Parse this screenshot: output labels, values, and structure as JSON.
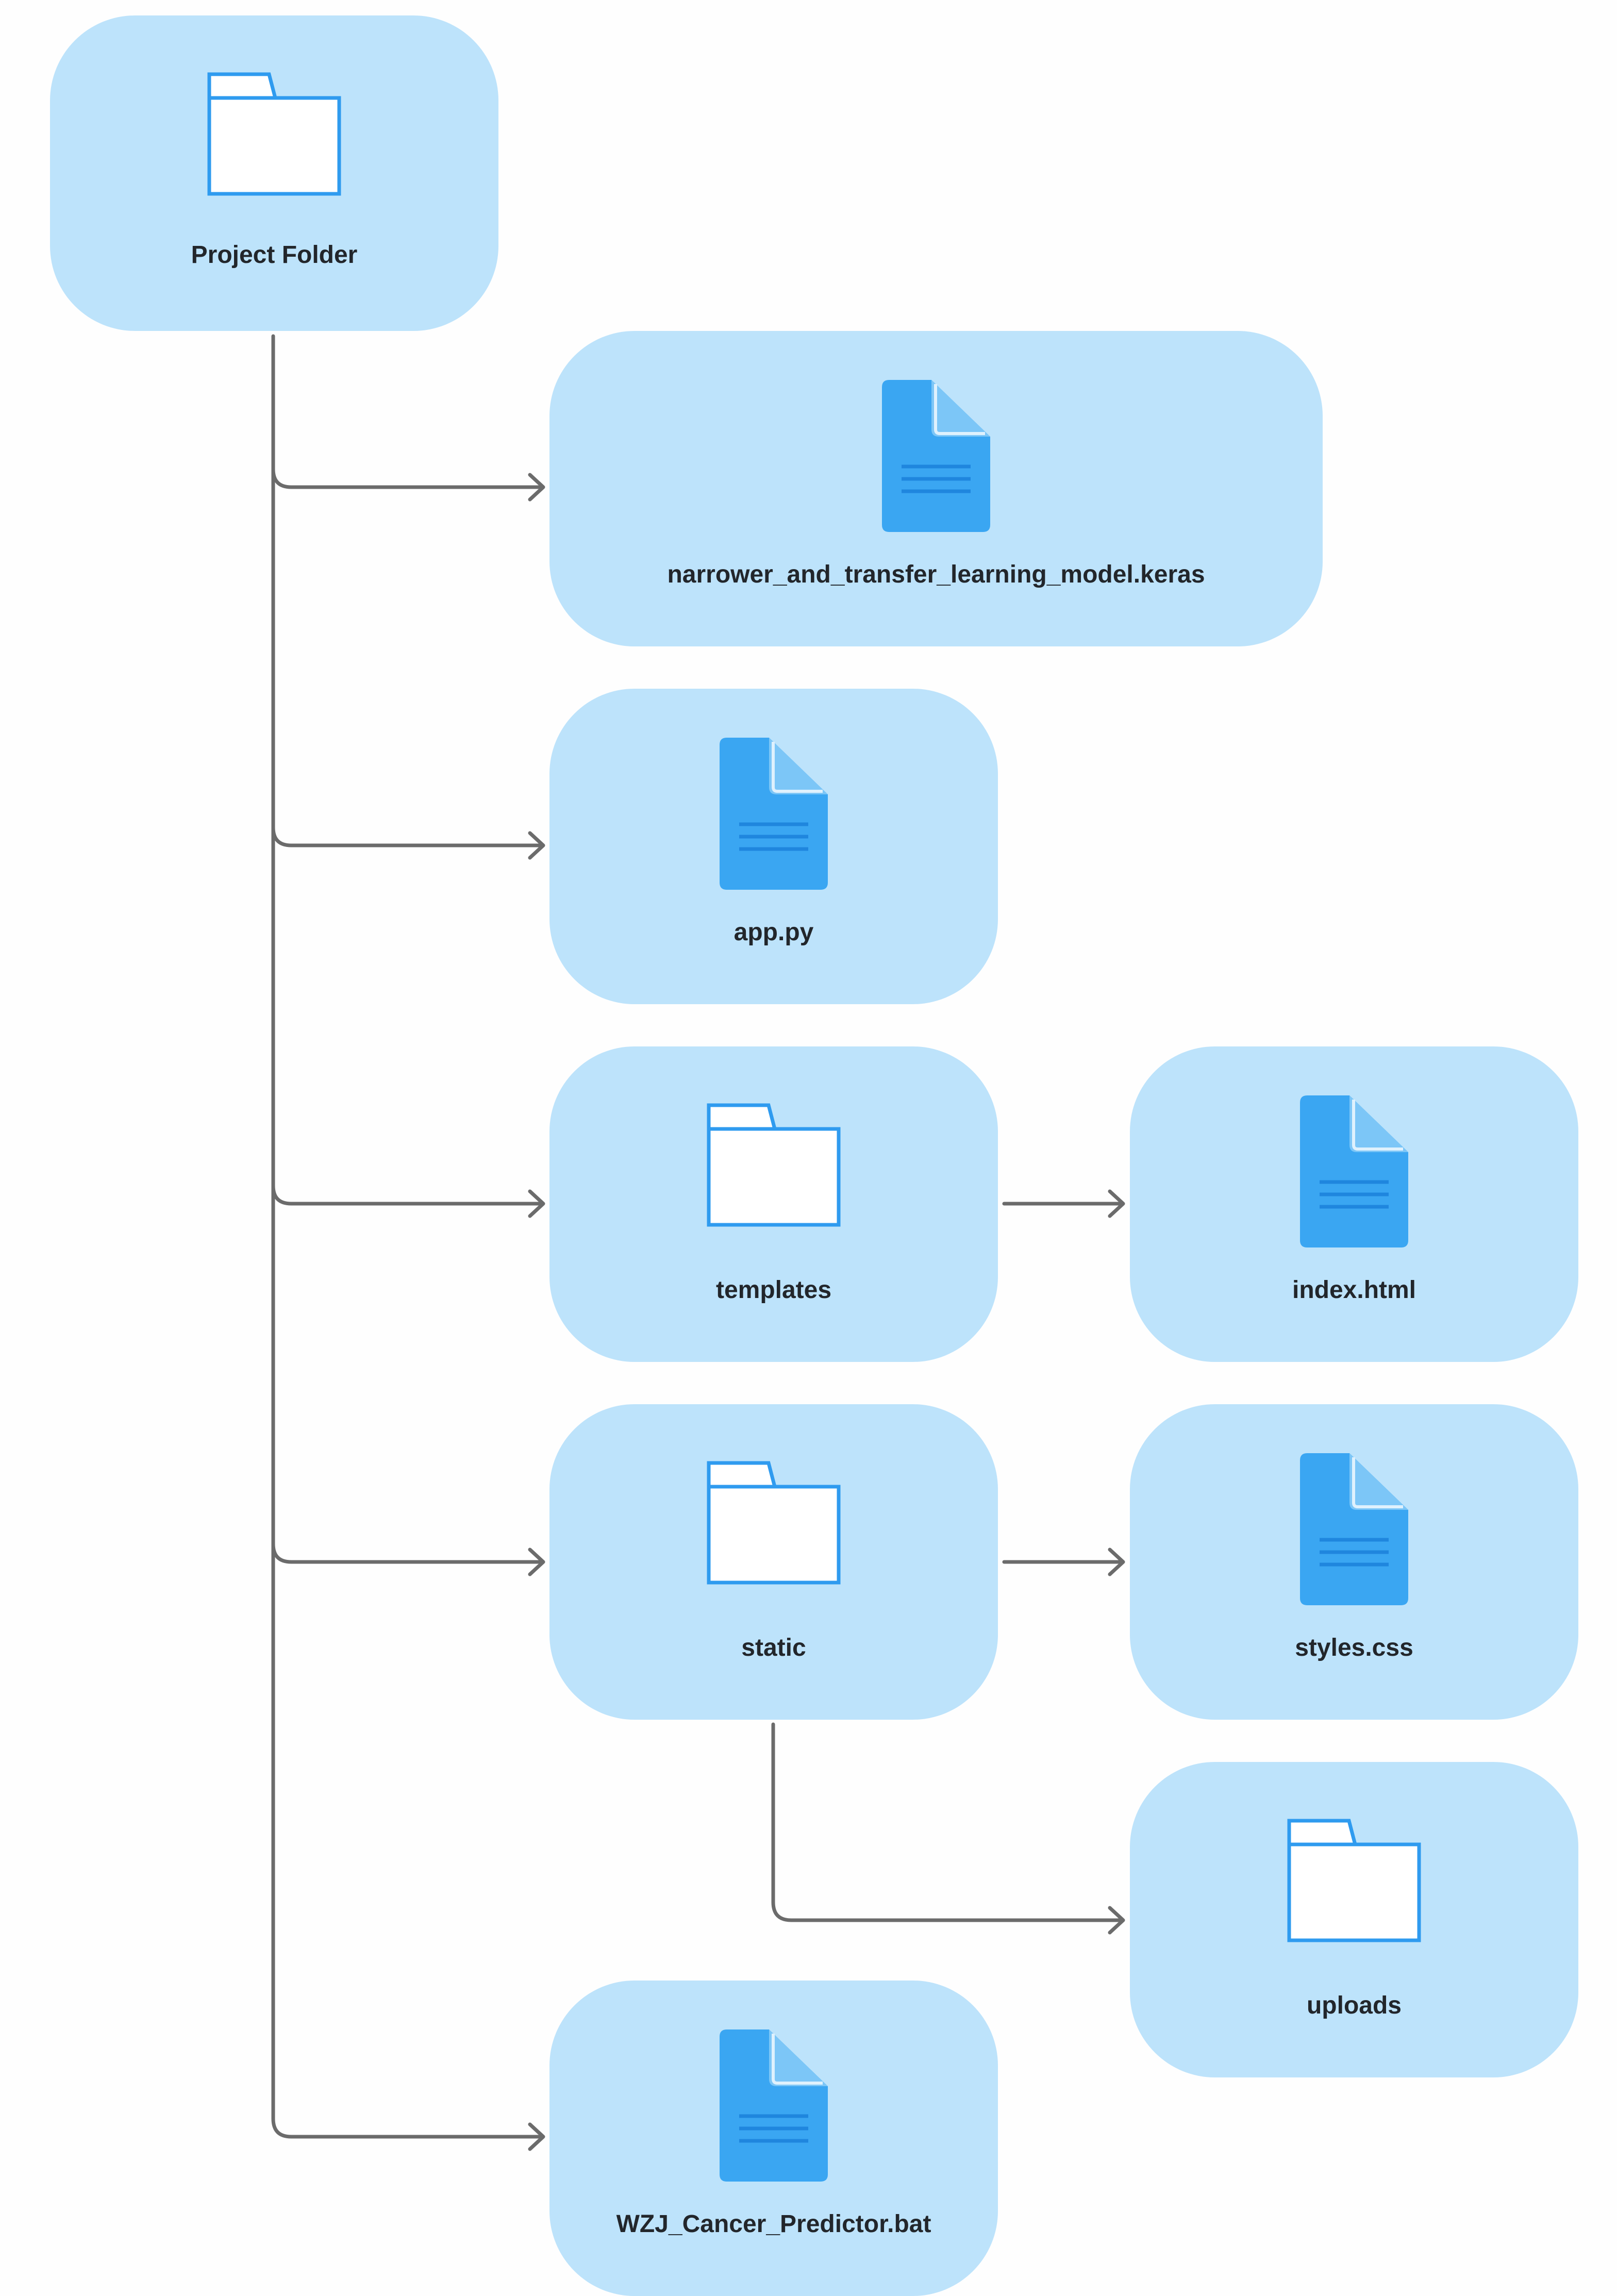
{
  "colors": {
    "node_fill": "#bde3fb",
    "icon_blue": "#3aa6f2",
    "icon_stroke": "#2f9bef",
    "connector": "#6b6b6b",
    "label_text": "#22262b"
  },
  "root": {
    "label": "Project Folder",
    "icon": "folder-icon"
  },
  "children": [
    {
      "label": "narrower_and_transfer_learning_model.keras",
      "icon": "file-icon"
    },
    {
      "label": "app.py",
      "icon": "file-icon"
    },
    {
      "label": "templates",
      "icon": "folder-icon",
      "children": [
        {
          "label": "index.html",
          "icon": "file-icon"
        }
      ]
    },
    {
      "label": "static",
      "icon": "folder-icon",
      "children": [
        {
          "label": "styles.css",
          "icon": "file-icon"
        },
        {
          "label": "uploads",
          "icon": "folder-icon"
        }
      ]
    },
    {
      "label": "WZJ_Cancer_Predictor.bat",
      "icon": "file-icon"
    }
  ]
}
